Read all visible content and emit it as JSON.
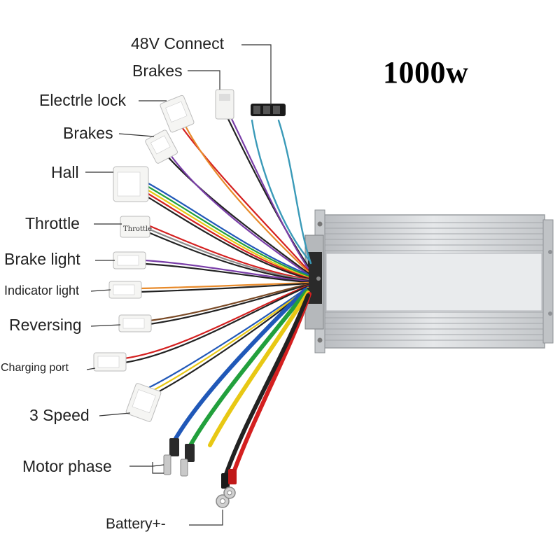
{
  "title": "1000w",
  "labels": {
    "connect48v": "48V Connect",
    "brakes_top": "Brakes",
    "electric_lock": "Electrle lock",
    "brakes_2": "Brakes",
    "hall": "Hall",
    "throttle": "Throttle",
    "brake_light": "Brake light",
    "indicator_light": "Indicator light",
    "reversing": "Reversing",
    "charging_port": "Charging port",
    "speed3": "3 Speed",
    "motor_phase": "Motor phase",
    "battery": "Battery+-"
  },
  "connector_text": {
    "throttle": "Throttle"
  },
  "colors": {
    "housing": "#d4d6d8",
    "red": "#d42020",
    "black": "#222222",
    "blue": "#2058b8",
    "green": "#22a03c",
    "yellow": "#e8c814",
    "purple": "#7a3ea8",
    "orange": "#e88a2a",
    "teal": "#3a9ab8",
    "brown": "#7a4a26",
    "grey": "#8a8a8a"
  }
}
